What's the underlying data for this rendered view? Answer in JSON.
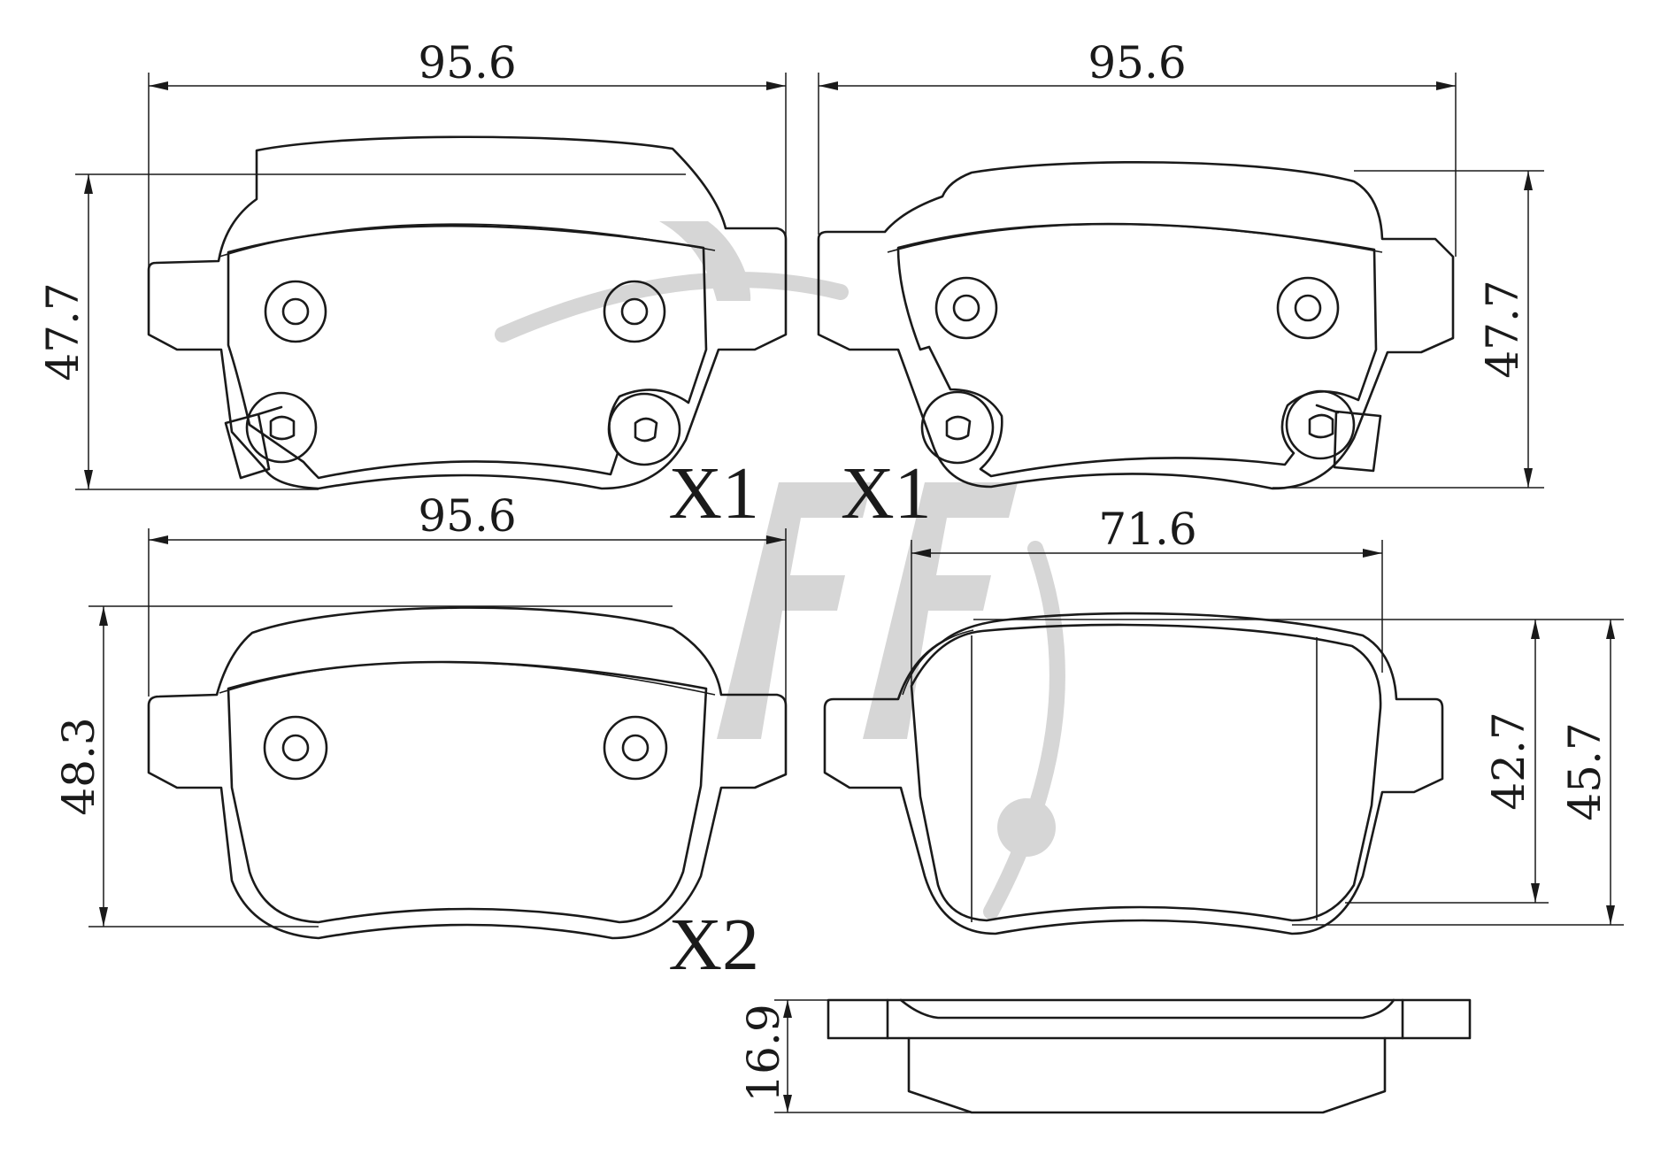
{
  "pads": {
    "top_left": {
      "width_label": "95.6",
      "height_label": "47.7",
      "qty_label": "X1"
    },
    "top_right": {
      "width_label": "95.6",
      "height_label": "47.7",
      "qty_label": "X1"
    },
    "bottom_left": {
      "width_label": "95.6",
      "height_label": "48.3",
      "qty_label": "X2"
    },
    "bottom_right": {
      "width_label": "71.6",
      "inner_height_label": "42.7",
      "outer_height_label": "45.7"
    },
    "side_view": {
      "thickness_label": "16.9"
    }
  },
  "watermark": {
    "logo": "ETF-logo",
    "color": "#d6d6d6"
  },
  "colors": {
    "line": "#1a1a1a",
    "background": "#ffffff"
  }
}
